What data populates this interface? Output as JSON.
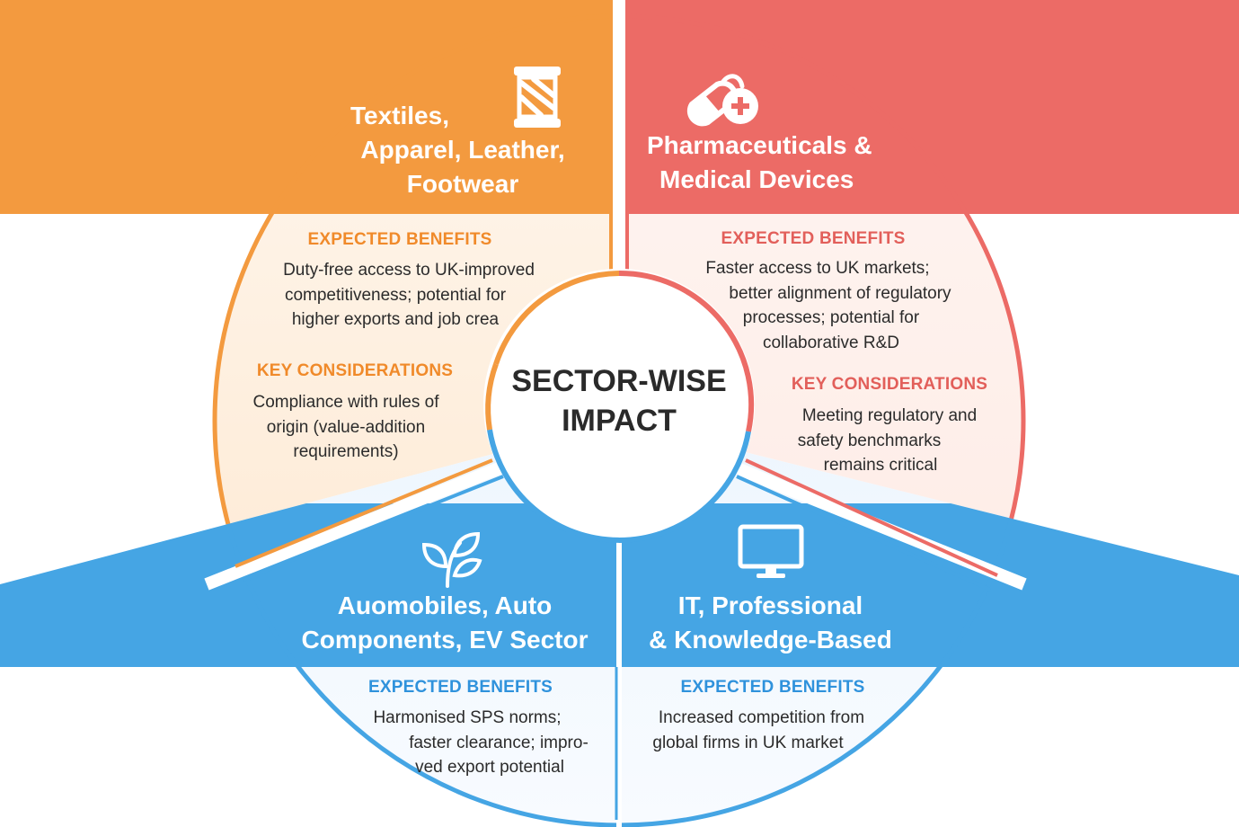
{
  "center": {
    "title_lines": [
      "SECTOR-WISE",
      "IMPACT"
    ]
  },
  "colors": {
    "orange": "#f39a3f",
    "red": "#ec6b66",
    "blue": "#45a5e4",
    "center_ring": "#ffffff"
  },
  "sectors": [
    {
      "id": "textiles",
      "icon": "thread-spool-icon",
      "title_lines": [
        "Textiles,",
        "Apparel, Leather,",
        "Footwear"
      ],
      "benefits_heading": "EXPECTED BENEFITS",
      "benefits_lines": [
        "Duty-free access to UK-improved",
        "competitiveness; potential for",
        "higher exports and job crea"
      ],
      "considerations_heading": "KEY CONSIDERATIONS",
      "considerations_lines": [
        "Compliance with rules of",
        "origin (value-addition",
        "requirements)"
      ]
    },
    {
      "id": "pharma",
      "icon": "pill-medical-cross-icon",
      "title_lines": [
        "Pharmaceuticals &",
        "Medical Devices"
      ],
      "benefits_heading": "EXPECTED BENEFITS",
      "benefits_lines": [
        "Faster access to UK markets;",
        "better alignment of regulatory",
        "processes; potential for",
        "collaborative R&D"
      ],
      "considerations_heading": "KEY CONSIDERATIONS",
      "considerations_lines": [
        "Meeting regulatory and",
        "safety benchmarks",
        "remains critical"
      ]
    },
    {
      "id": "automobiles",
      "icon": "leaf-sprout-icon",
      "title_lines": [
        "Auomobiles, Auto",
        "Components, EV Sector"
      ],
      "benefits_heading": "EXPECTED BENEFITS",
      "benefits_lines": [
        "Harmonised SPS norms;",
        "faster clearance; impro-",
        "ved export potential"
      ]
    },
    {
      "id": "it",
      "icon": "monitor-icon",
      "title_lines": [
        "IT, Professional",
        "& Knowledge-Based"
      ],
      "benefits_heading": "EXPECTED BENEFITS",
      "benefits_lines": [
        "Increased competition from",
        "global firms in UK market"
      ]
    }
  ]
}
